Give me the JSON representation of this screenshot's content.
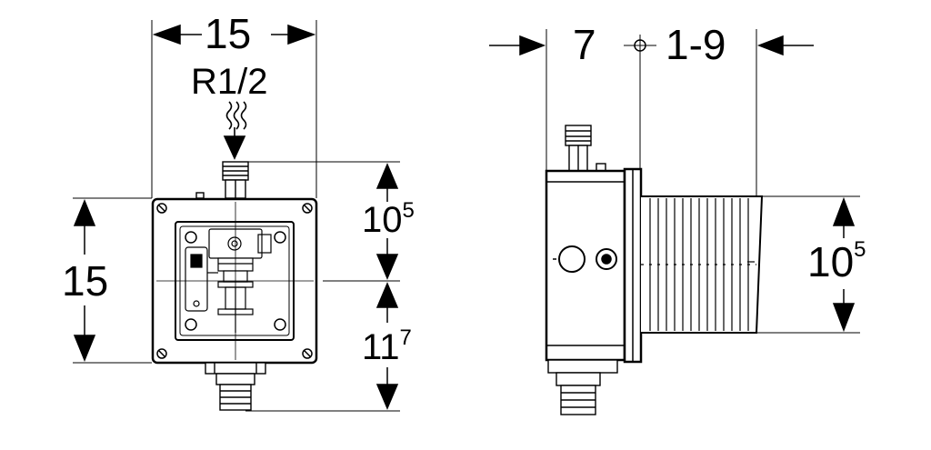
{
  "front_view": {
    "width_label": "15",
    "thread_label": "R1/2",
    "height_label": "15",
    "upper_dim": {
      "main": "10",
      "sup": "5"
    },
    "lower_dim": {
      "main": "11",
      "sup": "7"
    }
  },
  "side_view": {
    "depth_label": "7",
    "adjust_label": "1-9",
    "height_dim": {
      "main": "10",
      "sup": "5"
    }
  },
  "colors": {
    "line": "#000000",
    "background": "#ffffff"
  }
}
